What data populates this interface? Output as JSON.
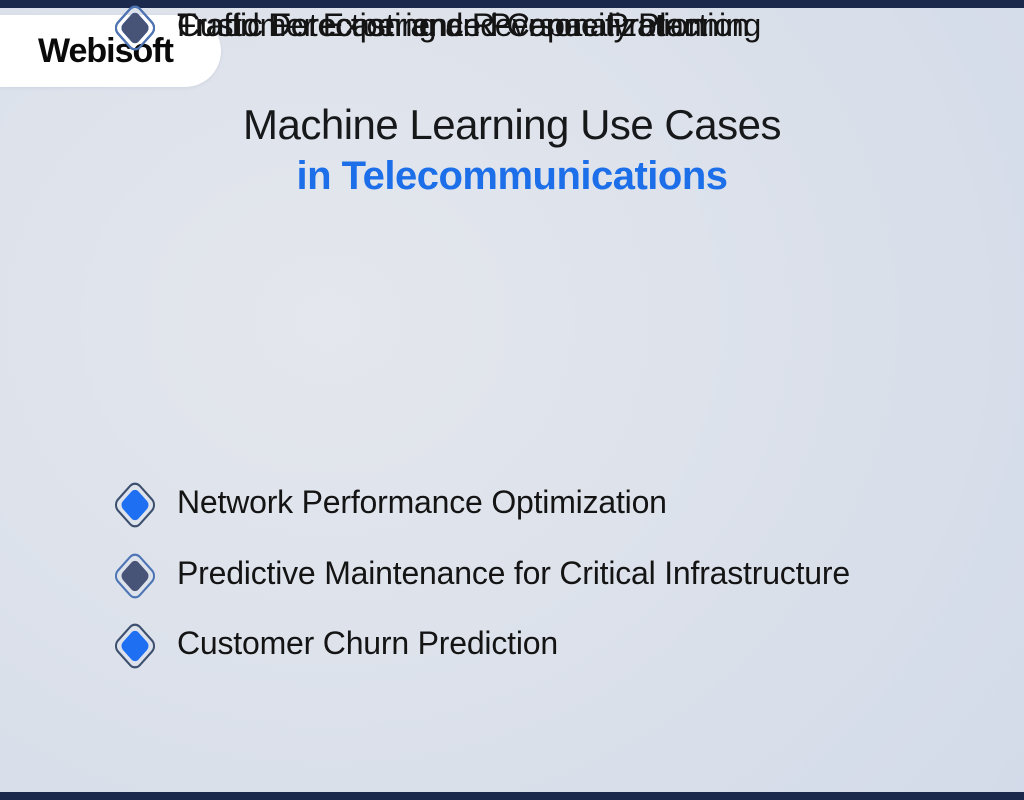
{
  "brand": {
    "logo_text": "Webisoft"
  },
  "title": {
    "line1": "Machine Learning Use Cases",
    "line2": "in Telecommunications"
  },
  "items": [
    {
      "label": "Network Performance Optimization",
      "variant": "blue"
    },
    {
      "label": "Predictive Maintenance for Critical Infrastructure",
      "variant": "dark"
    },
    {
      "label": "Customer Churn Prediction",
      "variant": "blue"
    },
    {
      "label": "Fraud Detection and Revenue Protection",
      "variant": "dark"
    },
    {
      "label": "Traffic Forecasting and Capacity Planning",
      "variant": "blue"
    },
    {
      "label": "Customer Experience Personalization",
      "variant": "dark"
    }
  ],
  "colors": {
    "accent_blue": "#1c6fe8",
    "title_black": "#17181a",
    "edge_bar": "#1b294d",
    "diamond_blue_fill": "#1e6ff2",
    "diamond_blue_ring": "#3c4f6e",
    "diamond_dark_fill": "#485378",
    "diamond_dark_ring": "#4d74b4"
  }
}
